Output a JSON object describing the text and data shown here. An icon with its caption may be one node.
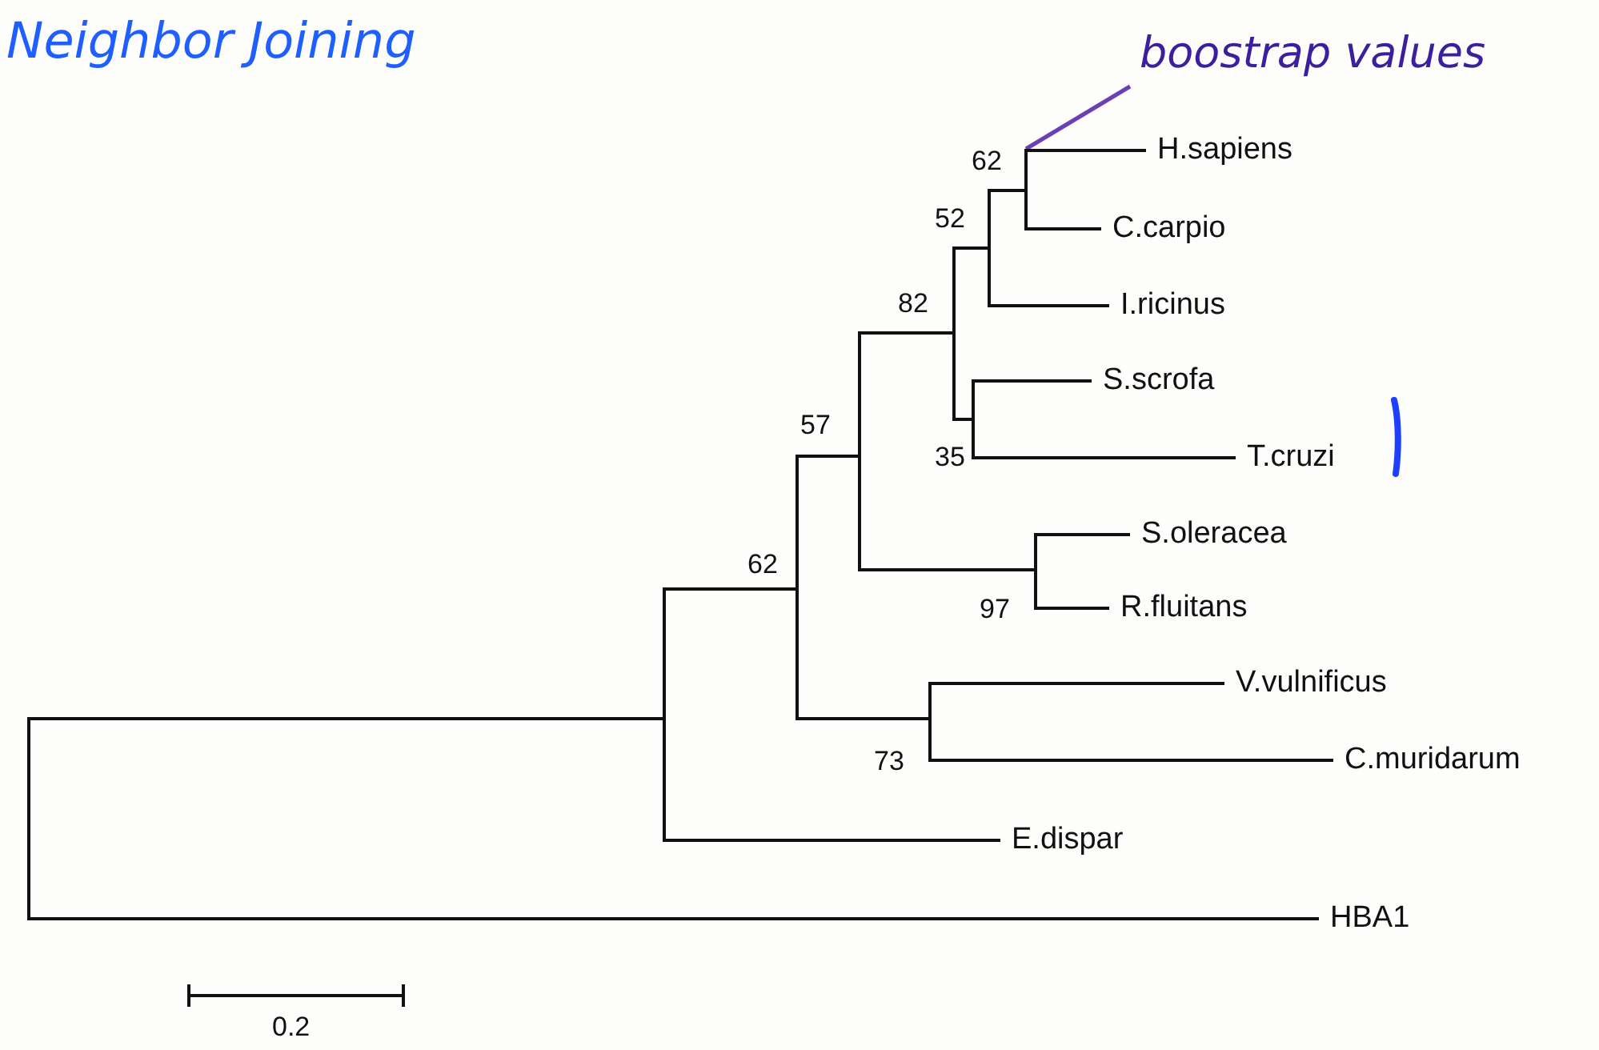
{
  "diagram": {
    "title": "Neighbor Joining",
    "nodes": [
      {
        "text": [
          "boostrap values"
        ]
      },
      {
        "text": [],
        "shape": "bar",
        "beside": [
          "62"
        ]
      },
      {
        "text": [
          "H.sapiens"
        ]
      },
      {
        "text": [],
        "shape": "bar",
        "beside": [
          "52"
        ]
      },
      {
        "text": [
          "C.carpio"
        ]
      },
      {
        "text": [],
        "shape": "bar",
        "beside": [
          "82"
        ]
      },
      {
        "text": [
          "I.ricinus"
        ]
      },
      {
        "text": [
          "S.scrofa"
        ]
      },
      {
        "text": [],
        "shape": "bar",
        "beside": [
          "57"
        ]
      },
      {
        "text": [],
        "shape": "bar",
        "beside": [
          "35"
        ]
      },
      {
        "text": [
          "T.cruzi"
        ]
      },
      {
        "text": [
          "S.oleracea"
        ]
      },
      {
        "text": [],
        "shape": "bar",
        "beside": [
          "62"
        ]
      },
      {
        "text": [],
        "shape": "bar",
        "beside": [
          "97"
        ]
      },
      {
        "text": [
          "R.fluitans"
        ]
      },
      {
        "text": [
          "V.vulnificus"
        ]
      },
      {
        "text": [],
        "shape": "bar"
      },
      {
        "text": [],
        "shape": "bar",
        "beside": [
          "73"
        ]
      },
      {
        "text": [
          "C.muridarum"
        ]
      },
      {
        "text": [
          "E.dispar"
        ]
      },
      {
        "text": [],
        "shape": "bar"
      },
      {
        "text": [
          "HBA1"
        ]
      }
    ],
    "edges": [
      {
        "from": 0,
        "to": 1,
        "arrow": "none",
        "color": "#6a3fb5"
      },
      {
        "from": 1,
        "to": 2,
        "arrow": "none"
      },
      {
        "from": 1,
        "to": 4,
        "arrow": "none"
      },
      {
        "from": 3,
        "to": 1,
        "arrow": "none"
      },
      {
        "from": 3,
        "to": 6,
        "arrow": "none"
      },
      {
        "from": 5,
        "to": 3,
        "arrow": "none"
      },
      {
        "from": 5,
        "to": 9,
        "arrow": "none"
      },
      {
        "from": 9,
        "to": 7,
        "arrow": "none"
      },
      {
        "from": 9,
        "to": 10,
        "arrow": "none"
      },
      {
        "from": 8,
        "to": 5,
        "arrow": "none"
      },
      {
        "from": 8,
        "to": 13,
        "arrow": "none"
      },
      {
        "from": 13,
        "to": 11,
        "arrow": "none"
      },
      {
        "from": 13,
        "to": 14,
        "arrow": "none"
      },
      {
        "from": 12,
        "to": 8,
        "arrow": "none"
      },
      {
        "from": 12,
        "to": 17,
        "arrow": "none"
      },
      {
        "from": 17,
        "to": 15,
        "arrow": "none"
      },
      {
        "from": 17,
        "to": 18,
        "arrow": "none"
      },
      {
        "from": 16,
        "to": 12,
        "arrow": "none"
      },
      {
        "from": 16,
        "to": 19,
        "arrow": "none"
      },
      {
        "from": 20,
        "to": 16,
        "arrow": "none"
      },
      {
        "from": 20,
        "to": 21,
        "arrow": "none"
      }
    ],
    "labels": [
      "0.2"
    ]
  }
}
